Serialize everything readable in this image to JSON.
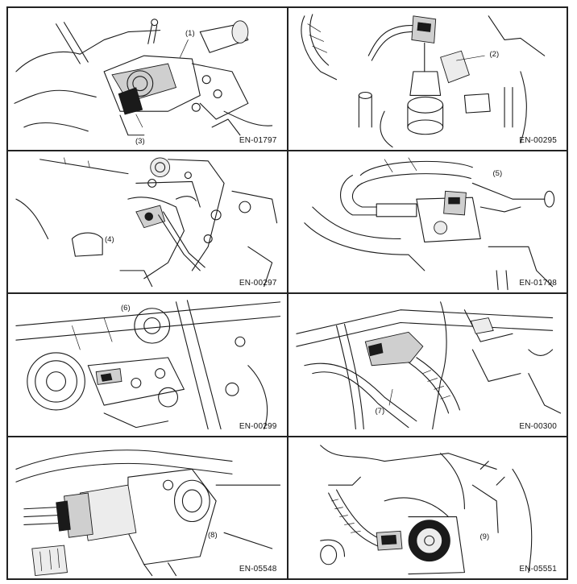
{
  "panels": [
    {
      "code": "EN-01797",
      "callouts": [
        "(1)",
        "(3)"
      ]
    },
    {
      "code": "EN-00295",
      "callouts": [
        "(2)"
      ]
    },
    {
      "code": "EN-00297",
      "callouts": [
        "(4)"
      ]
    },
    {
      "code": "EN-01798",
      "callouts": [
        "(5)"
      ]
    },
    {
      "code": "EN-00299",
      "callouts": [
        "(6)"
      ]
    },
    {
      "code": "EN-00300",
      "callouts": [
        "(7)"
      ]
    },
    {
      "code": "EN-05548",
      "callouts": [
        "(8)"
      ]
    },
    {
      "code": "EN-05551",
      "callouts": [
        "(9)"
      ]
    }
  ]
}
